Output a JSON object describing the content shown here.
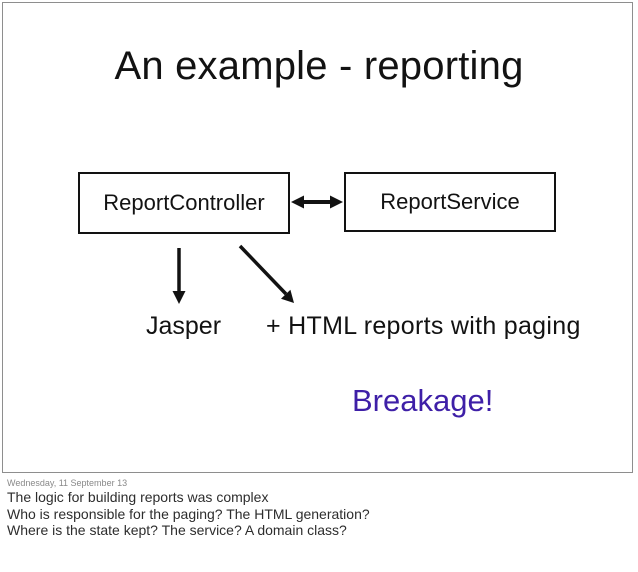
{
  "slide": {
    "title": "An example - reporting",
    "boxes": [
      {
        "label": "ReportController"
      },
      {
        "label": "ReportService"
      }
    ],
    "labels": {
      "jasper": "Jasper",
      "html_reports": "+ HTML reports with paging",
      "breakage": "Breakage!"
    },
    "arrows": [
      "double-headed arrow between ReportController and ReportService",
      "down arrow from ReportController to Jasper",
      "down-right arrow from ReportController to + HTML reports with paging"
    ]
  },
  "footer": {
    "date": "Wednesday, 11 September 13",
    "notes": [
      "The logic for building reports was complex",
      "Who is responsible for the paging? The HTML generation?",
      "Where is the state kept? The service? A domain class?"
    ]
  },
  "colors": {
    "diagram_ink": "#121212",
    "breakage_text": "#3e1fa7",
    "slide_border": "#8e8e8e",
    "date_text": "#898989",
    "notes_text": "#2d2d2d"
  }
}
